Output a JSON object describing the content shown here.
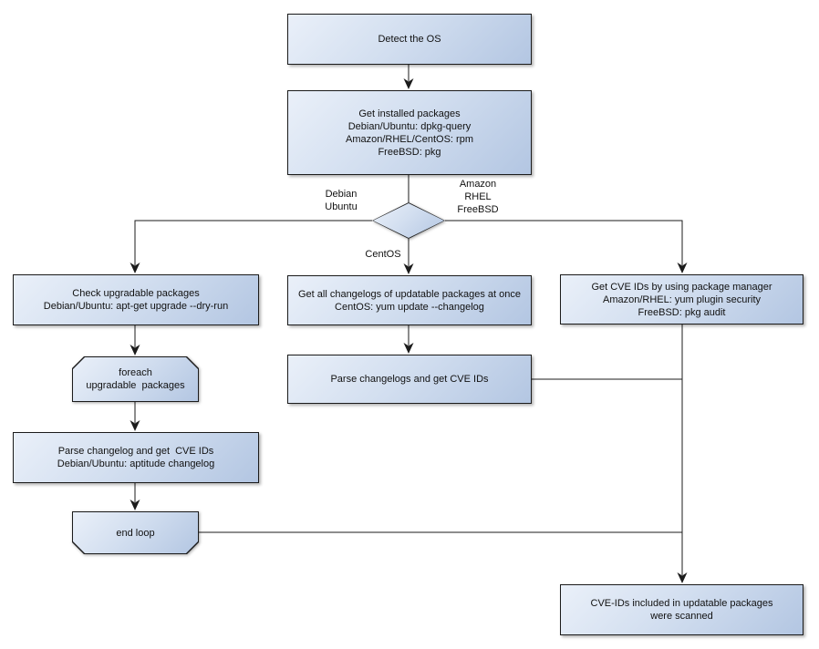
{
  "colors": {
    "node-fill-light": "#eaf0f9",
    "node-fill-mid": "#d3dff0",
    "node-fill-dark": "#b3c6e2",
    "node-border": "#1b1b1b",
    "connector": "#1b1b1b",
    "text": "#111111",
    "canvas-bg": "#ffffff"
  },
  "nodes": {
    "detect_os": {
      "shape": "rectangle",
      "label": "Detect the OS"
    },
    "get_installed_packages": {
      "shape": "rectangle",
      "label": "Get installed packages\nDebian/Ubuntu: dpkg-query\nAmazon/RHEL/CentOS: rpm\nFreeBSD: pkg"
    },
    "os_decision": {
      "shape": "diamond",
      "label": ""
    },
    "check_upgradable": {
      "shape": "rectangle",
      "label": "Check upgradable packages\nDebian/Ubuntu: apt-get upgrade --dry-run"
    },
    "foreach_loop": {
      "shape": "loop-start",
      "label": "foreach\nupgradable  packages"
    },
    "parse_changelog_debian": {
      "shape": "rectangle",
      "label": "Parse changelog and get  CVE IDs\nDebian/Ubuntu: aptitude changelog"
    },
    "end_loop": {
      "shape": "loop-end",
      "label": "end loop"
    },
    "get_all_changelogs": {
      "shape": "rectangle",
      "label": "Get all changelogs of updatable packages at once\nCentOS: yum update --changelog"
    },
    "parse_changelogs": {
      "shape": "rectangle",
      "label": "Parse changelogs and get CVE IDs"
    },
    "get_cve_ids_pkg_manager": {
      "shape": "rectangle",
      "label": "Get CVE IDs by using package manager\nAmazon/RHEL: yum plugin security\nFreeBSD: pkg audit"
    },
    "cve_ids_scanned": {
      "shape": "rectangle",
      "label": "CVE-IDs included in updatable packages\nwere scanned"
    }
  },
  "edge_labels": {
    "left_branch": "Debian\nUbuntu",
    "right_branch": "Amazon\nRHEL\nFreeBSD",
    "down_branch": "CentOS"
  }
}
